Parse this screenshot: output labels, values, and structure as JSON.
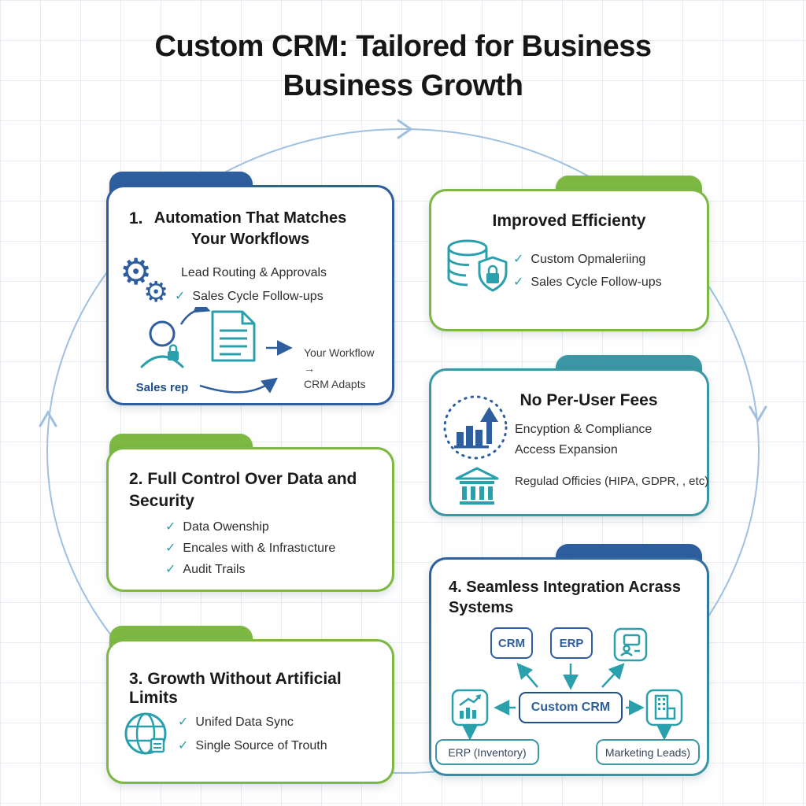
{
  "title": {
    "line1": "Custom CRM: Tailored for Business",
    "line2": "Business Growth"
  },
  "check_mark": "✓",
  "icons": {
    "gear_glyph": "⚙"
  },
  "colors": {
    "blue": "#2e5e9e",
    "green": "#7db843",
    "teal": "#3b97a4",
    "check_teal": "#2aa0ad",
    "circle_light_blue": "#9fc0e0"
  },
  "cards": {
    "automation": {
      "number": "1.",
      "title_line1": "Automation That Matches",
      "title_line2": "Your Workflows",
      "item1": "Lead Routing & Approvals",
      "item2": "Sales Cycle Follow-ups",
      "flow": {
        "person_label": "Sales rep",
        "result_line1": "Your Workflow →",
        "result_line2": "CRM Adapts"
      }
    },
    "efficiency": {
      "title": "Improved Efficienty",
      "item1": "Custom Opmaleriing",
      "item2": "Sales Cycle Follow-ups"
    },
    "fees": {
      "title": "No Per-User Fees",
      "line1": "Encyption & Compliance",
      "line2": "Access Expansion",
      "bank_line": "Regulad Officies (HIPA, GDPR, , etc)"
    },
    "control": {
      "title_line1": "2. Full Control Over Data and",
      "title_line2": "Security",
      "item1": "Data Owenship",
      "item2": "Encales with & Infrastıcture",
      "item3": "Audit Trails"
    },
    "growth": {
      "title": "3. Growth Without Artificial Limits",
      "item1": "Unifed Data Sync",
      "item2": "Single Source of Trouth"
    },
    "integration": {
      "title_line1": "4. Seamless Integration Acrass",
      "title_line2": "Systems",
      "box_crm": "CRM",
      "box_erp": "ERP",
      "box_center": "Custom CRM",
      "label_left": "ERP (Inventory)",
      "label_right": "Marketing Leads)"
    }
  }
}
